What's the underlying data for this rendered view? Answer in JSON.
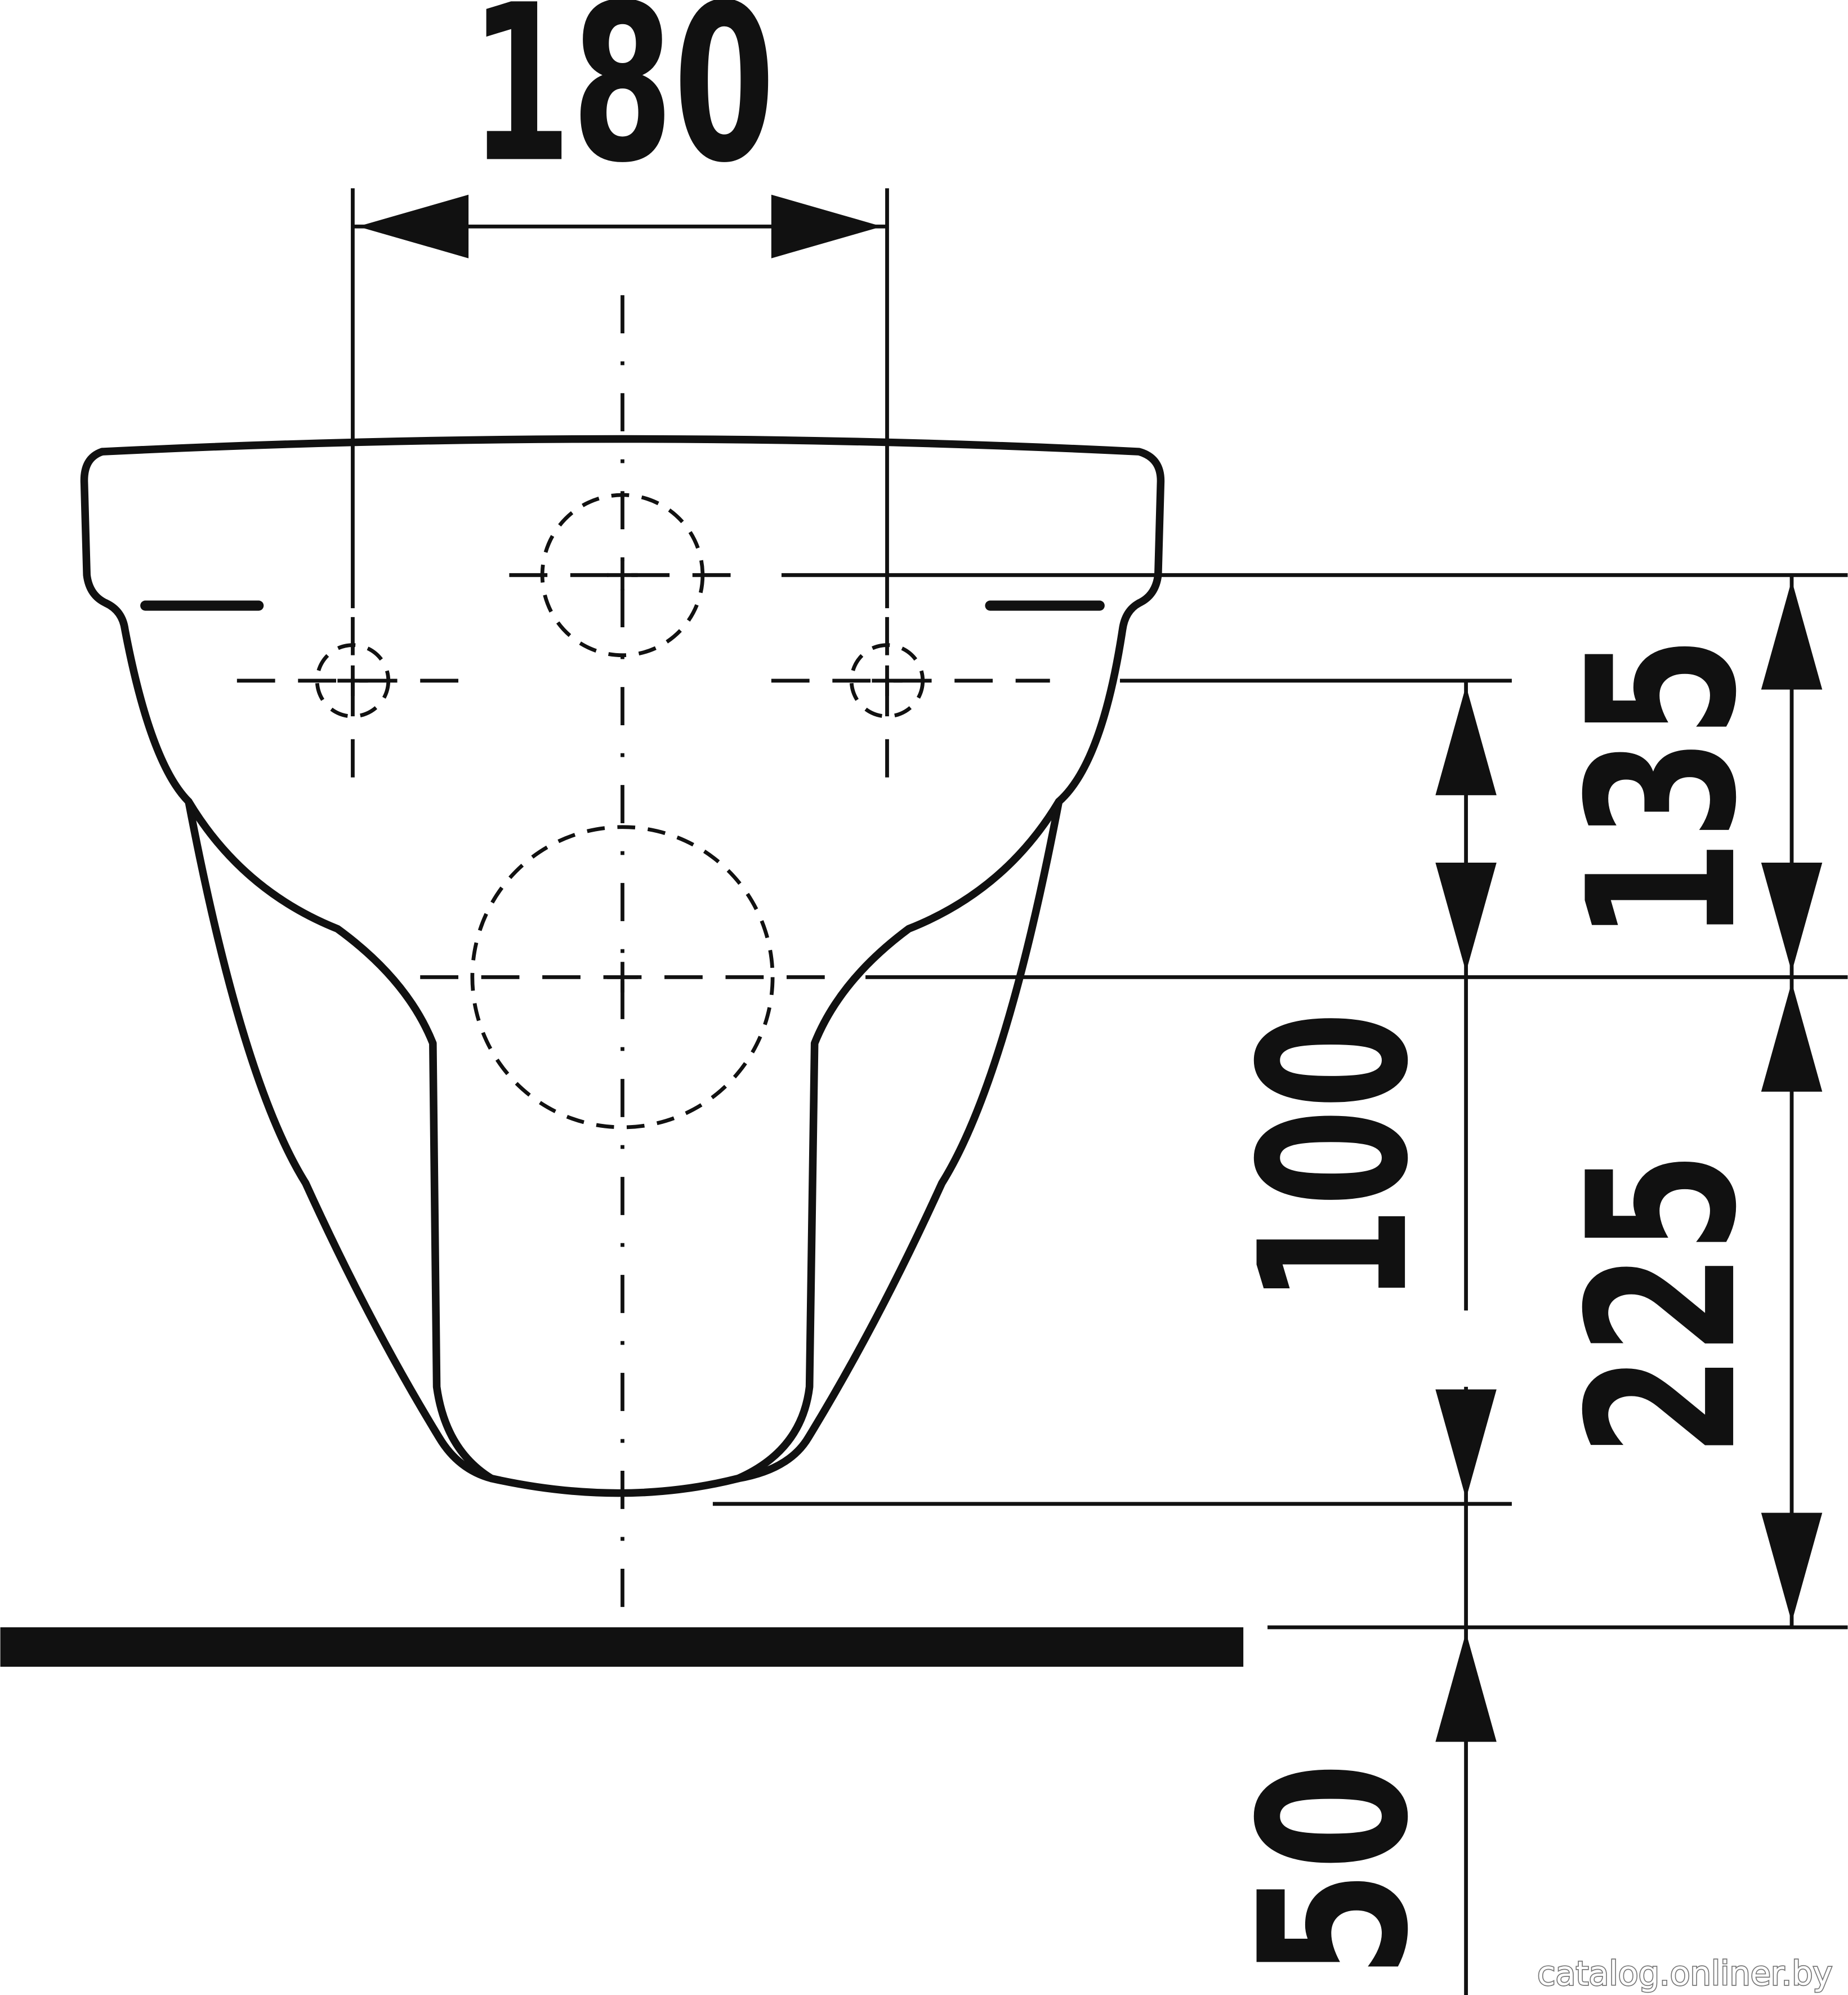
{
  "dimensions": {
    "width_label": "180",
    "upper_vertical_label": "135",
    "middle_vertical_label": "100",
    "lower_vertical_label": "225",
    "floor_gap_label": "50"
  },
  "watermark": "catalog.onliner.by",
  "colors": {
    "line": "#111111",
    "background": "#ffffff"
  }
}
